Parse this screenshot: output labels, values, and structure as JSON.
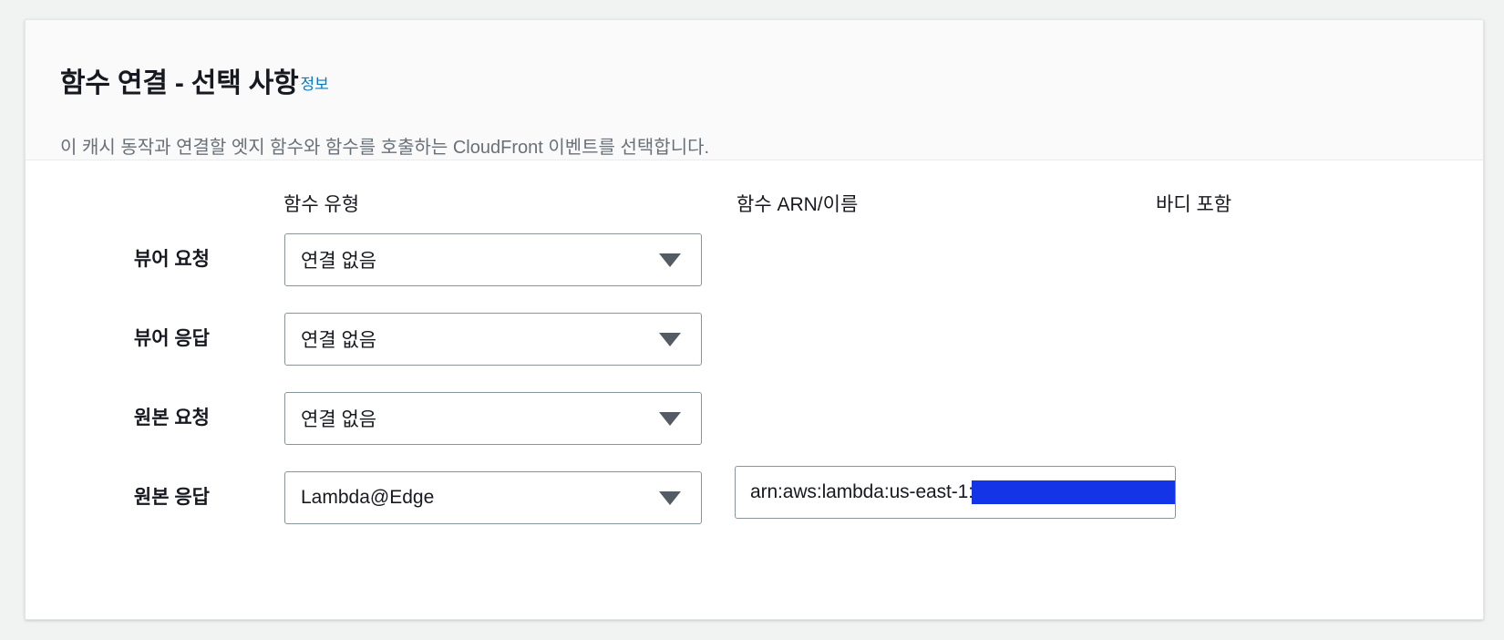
{
  "card": {
    "title": "함수 연결 - 선택 사항",
    "info_label": "정보",
    "description": "이 캐시 동작과 연결할 엣지 함수와 함수를 호출하는 CloudFront 이벤트를 선택합니다."
  },
  "table": {
    "columns": {
      "function_type": "함수 유형",
      "function_arn_name": "함수 ARN/이름",
      "include_body": "바디 포함"
    },
    "rows": [
      {
        "label": "뷰어 요청",
        "function_type": "연결 없음",
        "arn_visible": false,
        "arn_value": "",
        "include_body": ""
      },
      {
        "label": "뷰어 응답",
        "function_type": "연결 없음",
        "arn_visible": false,
        "arn_value": "",
        "include_body": ""
      },
      {
        "label": "원본 요청",
        "function_type": "연결 없음",
        "arn_visible": false,
        "arn_value": "",
        "include_body": ""
      },
      {
        "label": "원본 응답",
        "function_type": "Lambda@Edge",
        "arn_visible": true,
        "arn_value": "arn:aws:lambda:us-east-1:",
        "arn_redacted": true,
        "include_body": ""
      }
    ]
  },
  "colors": {
    "page_background": "#f1f3f3",
    "card_background": "#ffffff",
    "card_header_background": "#fafafa",
    "link_blue": "#0a7abc",
    "text_primary": "#16191f",
    "text_secondary": "#687078",
    "control_border": "#879596",
    "arrow": "#545b64",
    "redaction_blue": "#1434e8"
  },
  "icons": {
    "dropdown_arrow": "chevron-down-icon"
  }
}
